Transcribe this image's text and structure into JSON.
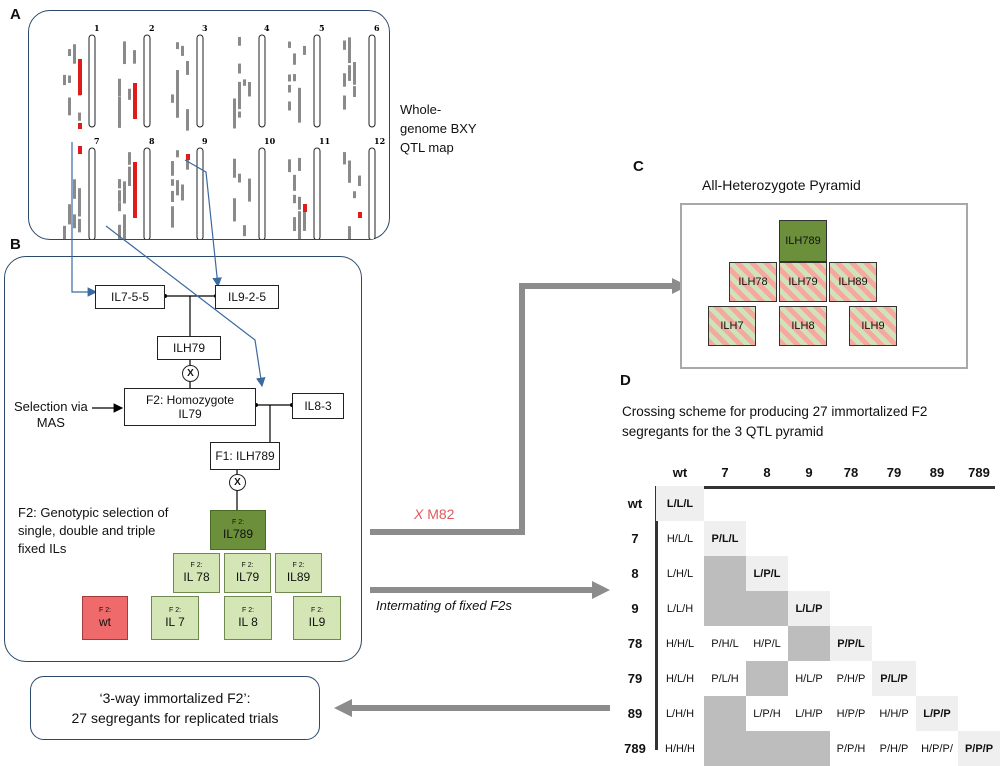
{
  "panels": {
    "a": "A",
    "b": "B",
    "c": "C",
    "d": "D"
  },
  "panel_a": {
    "chromosomes": [
      "1",
      "2",
      "3",
      "4",
      "5",
      "6",
      "7",
      "8",
      "9",
      "10",
      "11",
      "12"
    ],
    "caption": [
      "Whole-",
      "genome BXY",
      "QTL map"
    ]
  },
  "panel_b": {
    "il7": "IL7-5-5",
    "il9": "IL9-2-5",
    "ilh79": "ILH79",
    "cross_symbol": "X",
    "selection": [
      "Selection via",
      "MAS"
    ],
    "f2_homo": [
      "F2: Homozygote",
      "IL79"
    ],
    "il8": "IL8-3",
    "f1": "F1: ILH789",
    "genotypic": [
      "F2: Genotypic selection of",
      "single, double and triple",
      "fixed ILs"
    ],
    "f2_prefix": "F 2:",
    "pyramid": [
      "IL789",
      "IL 78",
      "IL79",
      "IL89",
      "IL 7",
      "IL 8",
      "IL9"
    ],
    "wt": "wt"
  },
  "panel_c": {
    "title": "All-Heterozygote Pyramid",
    "boxes": [
      "ILH789",
      "ILH78",
      "ILH79",
      "ILH89",
      "ILH7",
      "ILH8",
      "ILH9"
    ]
  },
  "panel_d": {
    "title": [
      "Crossing scheme for producing 27 immortalized F2",
      "segregants for the 3 QTL pyramid"
    ],
    "headers": [
      "wt",
      "7",
      "8",
      "9",
      "78",
      "79",
      "89",
      "789"
    ],
    "rows": [
      [
        "L/L/L",
        "",
        "",
        "",
        "",
        "",
        "",
        ""
      ],
      [
        "H/L/L",
        "P/L/L",
        "",
        "",
        "",
        "",
        "",
        ""
      ],
      [
        "L/H/L",
        "",
        "L/P/L",
        "",
        "",
        "",
        "",
        ""
      ],
      [
        "L/L/H",
        "",
        "",
        "L/L/P",
        "",
        "",
        "",
        ""
      ],
      [
        "H/H/L",
        "P/H/L",
        "H/P/L",
        "",
        "P/P/L",
        "",
        "",
        ""
      ],
      [
        "H/L/H",
        "P/L/H",
        "",
        "H/L/P",
        "P/H/P",
        "P/L/P",
        "",
        ""
      ],
      [
        "L/H/H",
        "",
        "L/P/H",
        "L/H/P",
        "H/P/P",
        "H/H/P",
        "L/P/P",
        ""
      ],
      [
        "H/H/H",
        "",
        "",
        "",
        "P/P/H",
        "P/H/P",
        "H/P/P/",
        "P/P/P"
      ]
    ]
  },
  "arrows": {
    "x_m82_x": "X",
    "x_m82": "M82",
    "intermating": "Intermating of fixed F2s"
  },
  "bottom_box": [
    "‘3-way immortalized F2’:",
    "27 segregants for replicated trials"
  ],
  "colors": {
    "dark_green": "#6b8f3a",
    "light_green": "#d4e6b5",
    "red": "#ef6a6a",
    "grey_arrow": "#8c8c8c",
    "blue_line": "#3b6aa0"
  }
}
